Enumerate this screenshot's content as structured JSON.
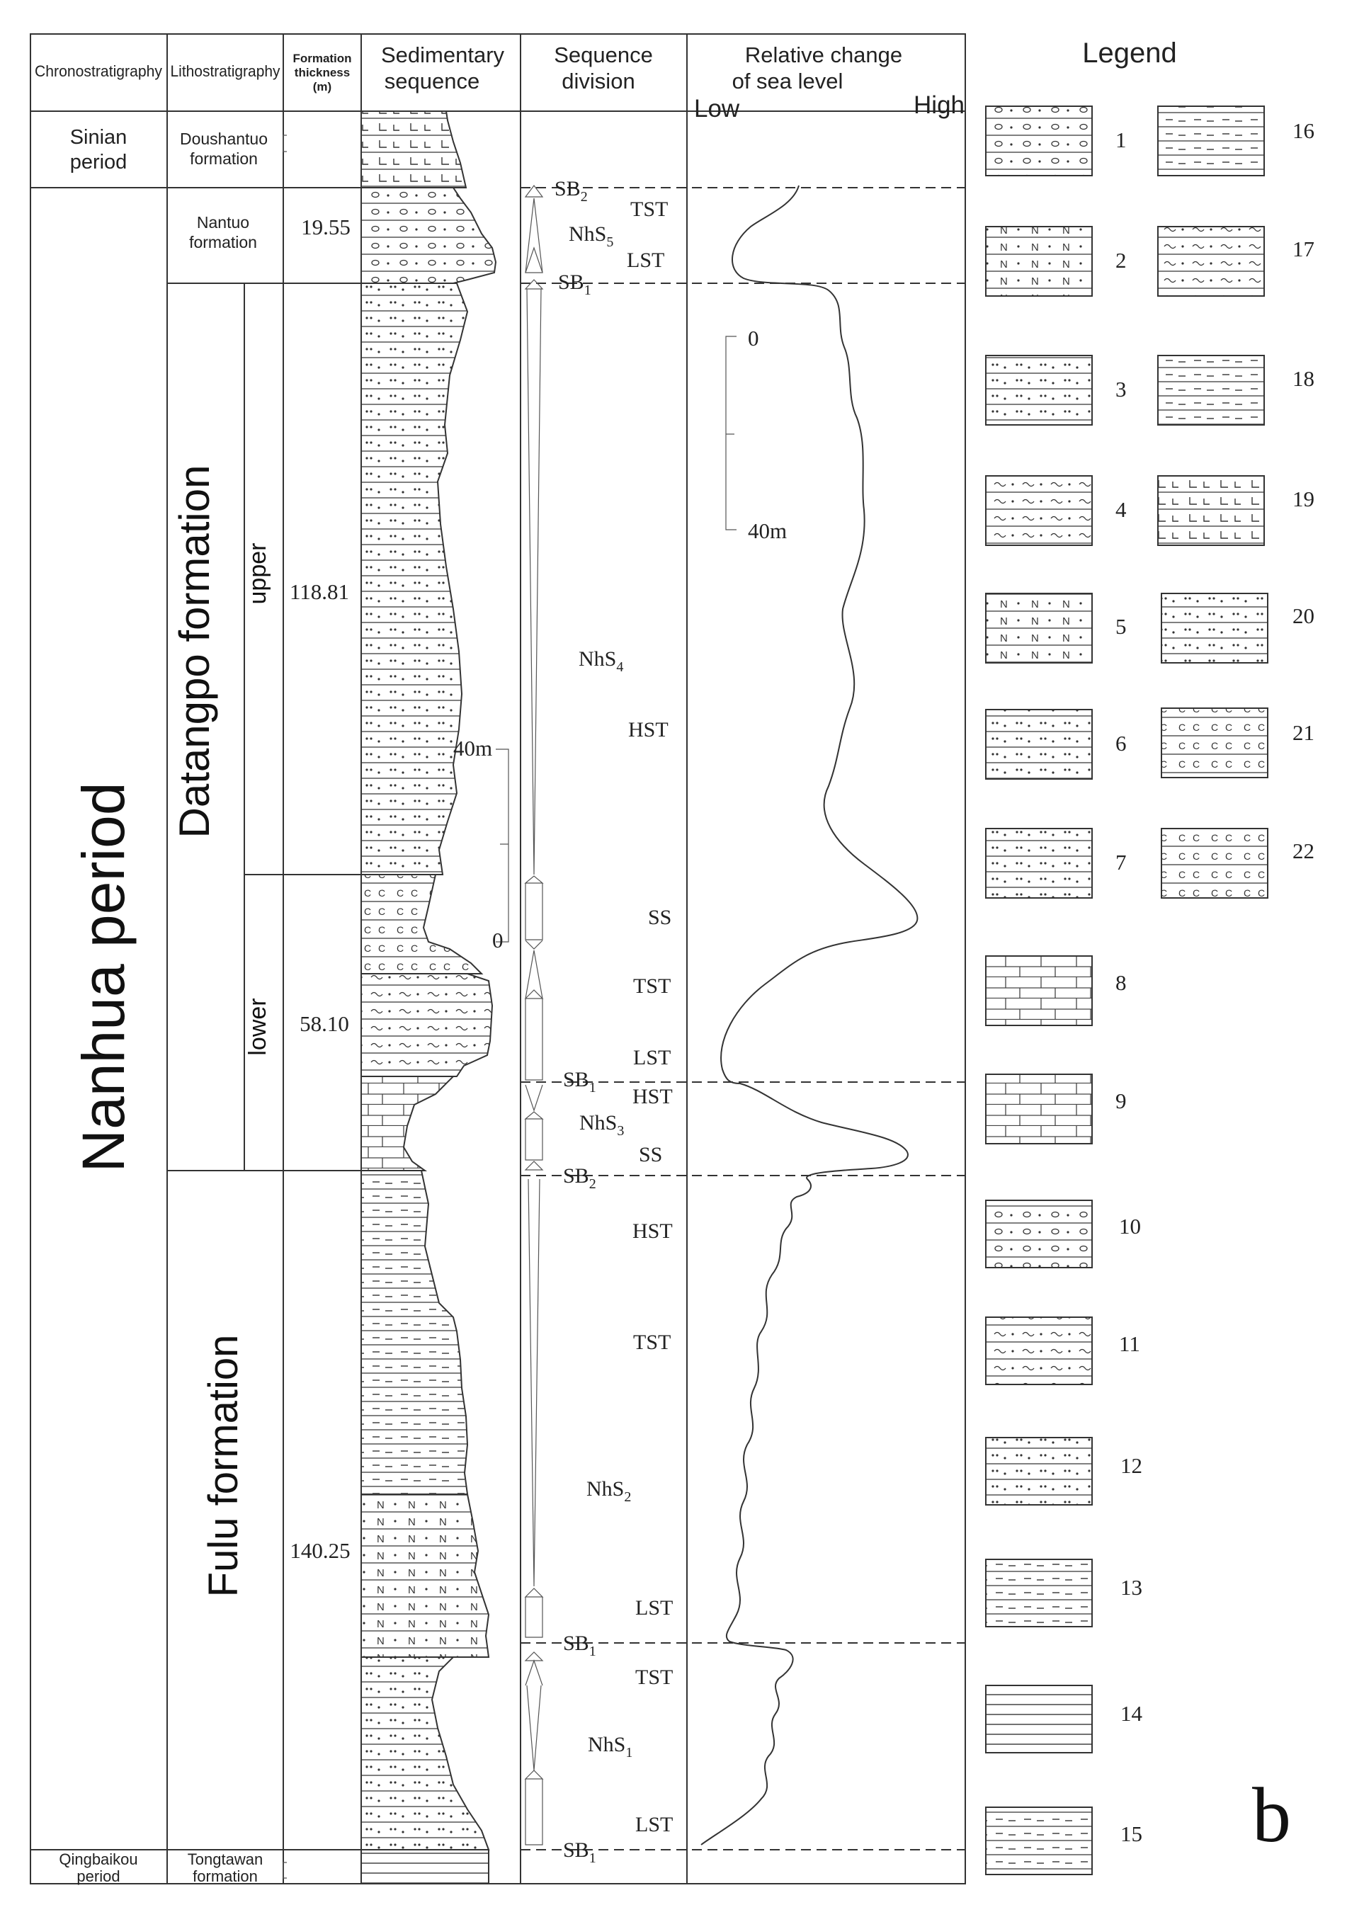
{
  "headers": {
    "chrono": "Chronostratigraphy",
    "litho": "Lithostratigraphy",
    "thickness_1": "Formation",
    "thickness_2": "thickness",
    "thickness_3": "(m)",
    "sed_1": "Sedimentary",
    "sed_2": "sequence",
    "seq_1": "Sequence",
    "seq_2": "division",
    "rel_1": "Relative change",
    "rel_2": "of sea level",
    "low": "Low",
    "high": "High",
    "legend": "Legend"
  },
  "chrono": {
    "sinian_1": "Sinian",
    "sinian_2": "period",
    "nanhua": "Nanhua period",
    "qingbaikou_1": "Qingbaikou",
    "qingbaikou_2": "period"
  },
  "litho": {
    "doushantuo_1": "Doushantuo",
    "doushantuo_2": "formation",
    "nantuo_1": "Nantuo",
    "nantuo_2": "formation",
    "datangpo": "Datangpo formation",
    "upper": "upper",
    "lower": "lower",
    "fulu": "Fulu formation",
    "tongtawan_1": "Tongtawan",
    "tongtawan_2": "formation"
  },
  "thickness": {
    "nantuo": "19.55",
    "upper": "118.81",
    "lower": "58.10",
    "fulu": "140.25"
  },
  "scales": {
    "sed_top": "40m",
    "sed_bottom": "0",
    "sea_top": "0",
    "sea_bottom": "40m"
  },
  "sequence": {
    "sb2_top": "SB2",
    "tst_1": "TST",
    "nhs5": "NhS5",
    "lst_1": "LST",
    "sb1_a": "SB1",
    "nhs4": "NhS4",
    "hst_1": "HST",
    "ss_1": "SS",
    "tst_2": "TST",
    "lst_2": "LST",
    "sb1_b": "SB1",
    "hst_2": "HST",
    "nhs3": "NhS3",
    "ss_2": "SS",
    "sb2_b": "SB2",
    "hst_3": "HST",
    "tst_3": "TST",
    "nhs2": "NhS2",
    "lst_3": "LST",
    "sb1_c": "SB1",
    "tst_4": "TST",
    "nhs1": "NhS1",
    "lst_4": "LST",
    "sb1_d": "SB1"
  },
  "legend_numbers": [
    "1",
    "2",
    "3",
    "4",
    "5",
    "6",
    "7",
    "8",
    "9",
    "10",
    "11",
    "12",
    "13",
    "14",
    "15",
    "16",
    "17",
    "18",
    "19",
    "20",
    "21",
    "22"
  ],
  "panel_letter": "b"
}
